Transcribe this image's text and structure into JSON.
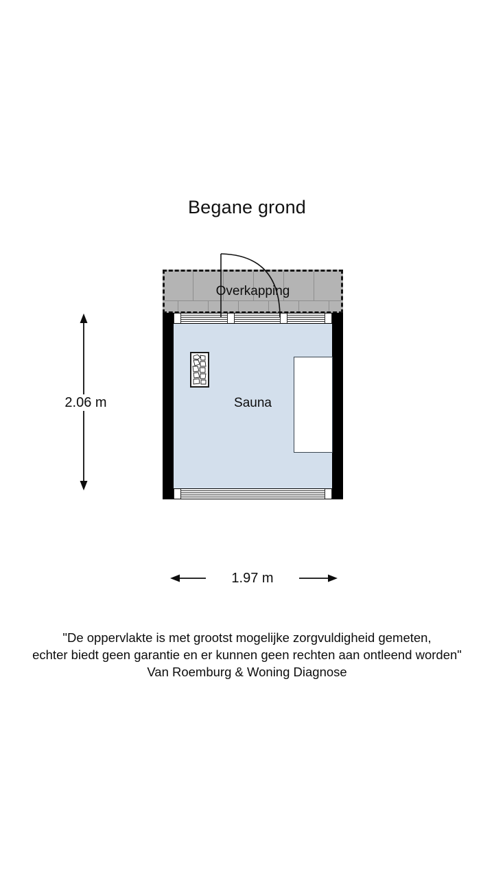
{
  "document": {
    "title": "Begane grond",
    "type": "floor-plan",
    "background_color": "#ffffff"
  },
  "plan": {
    "title": "Begane grond",
    "rooms": [
      {
        "name": "Sauna",
        "label": "Sauna",
        "fill_color": "#d3dfec",
        "wall_color": "#000000"
      },
      {
        "name": "Overkapping",
        "label": "Overkapping",
        "fill_color": "#b4b4b4",
        "border_style": "dashed",
        "border_color": "#151515"
      }
    ],
    "fixtures": [
      {
        "name": "sauna-stove",
        "label": "",
        "fill_color": "#ffffff"
      },
      {
        "name": "sauna-bench",
        "label": "",
        "fill_color": "#ffffff"
      }
    ],
    "openings": [
      {
        "name": "glazing-top",
        "type": "sliding-door"
      },
      {
        "name": "glazing-bottom",
        "type": "window"
      },
      {
        "name": "door-swing",
        "type": "door-swing-arc"
      }
    ]
  },
  "dimensions": {
    "vertical": {
      "value": "2.06 m",
      "number": 2.06,
      "unit": "m",
      "orientation": "vertical"
    },
    "horizontal": {
      "value": "1.97 m",
      "number": 1.97,
      "unit": "m",
      "orientation": "horizontal"
    }
  },
  "footer": {
    "line1": "\"De oppervlakte is met grootst mogelijke zorgvuldigheid gemeten,",
    "line2": "echter biedt geen garantie en er kunnen geen rechten aan ontleend worden\"",
    "line3": "Van Roemburg & Woning Diagnose"
  }
}
